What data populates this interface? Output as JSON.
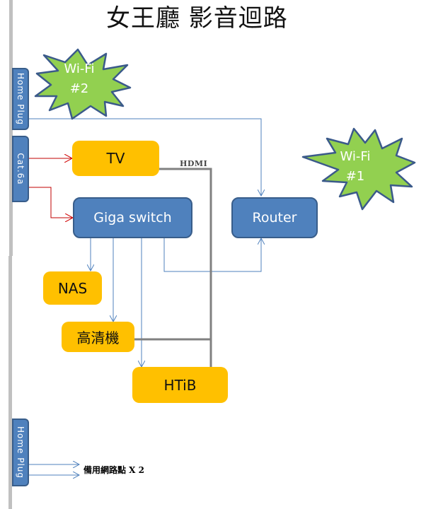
{
  "title": "女王廳 影音迴路",
  "tabs": {
    "home_plug_top": "Home Plug",
    "cat6a": "Cat.6a",
    "home_plug_bottom": "Home Plug"
  },
  "nodes": {
    "tv": "TV",
    "giga_switch": "Giga switch",
    "router": "Router",
    "nas": "NAS",
    "hd_player": "高清機",
    "htib": "HTiB"
  },
  "wifi": {
    "wifi2_line1": "Wi-Fi",
    "wifi2_line2": "#2",
    "wifi1_line1": "Wi-Fi",
    "wifi1_line2": "#1"
  },
  "labels": {
    "hdmi": "HDMI",
    "spare_ports": "備用網路點 X 2"
  },
  "colors": {
    "device_blue": "#4f81bd",
    "device_orange": "#ffc000",
    "wifi_green": "#92d050",
    "lan_line": "#4f81bd",
    "cat6a_line": "#c00000",
    "hdmi_line": "#808080"
  }
}
